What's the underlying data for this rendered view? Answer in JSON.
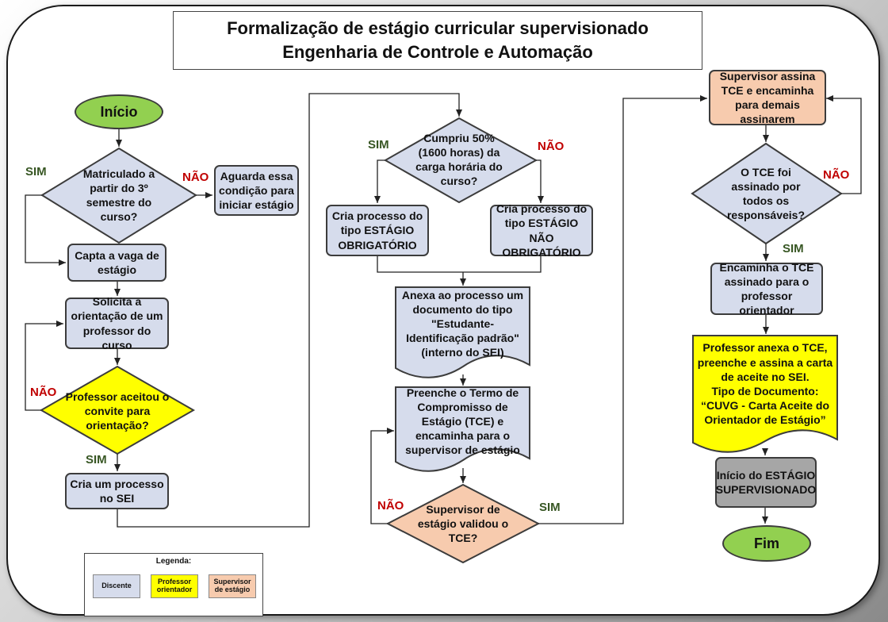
{
  "title": {
    "line1": "Formalização de estágio curricular supervisionado",
    "line2": "Engenharia de Controle e Automação"
  },
  "colors": {
    "discente": "#d6dcec",
    "professor": "#ffff00",
    "supervisor": "#f7cbae",
    "terminal": "#92d050",
    "final_step": "#a6a6a6",
    "sim_label": "#375623",
    "nao_label": "#c00000"
  },
  "nodes": {
    "inicio": "Início",
    "matriculado": "Matriculado a partir do 3º semestre do curso?",
    "aguarda": "Aguarda essa condição para iniciar estágio",
    "capta": "Capta a vaga de estágio",
    "solicita": "Solicita a orientação de um professor do curso",
    "professor_aceitou": "Professor aceitou o convite para orientação?",
    "cria_sei": "Cria um processo no SEI",
    "cumpriu": "Cumpriu 50% (1600 horas) da carga horária do curso?",
    "cria_obrig": "Cria processo do tipo ESTÁGIO OBRIGATÓRIO",
    "cria_nao_obrig": "Cria processo do tipo ESTÁGIO NÃO OBRIGATÓRIO",
    "anexa": "Anexa ao processo um documento do tipo \"Estudante- Identificação padrão\" (interno do SEI)",
    "preenche": "Preenche o Termo de Compromisso de Estágio (TCE) e encaminha para o supervisor de estágio",
    "supervisor_validou": "Supervisor de estágio validou o TCE?",
    "supervisor_assina": "Supervisor assina TCE e encaminha para demais assinarem",
    "tce_assinado": "O TCE foi assinado por todos os responsáveis?",
    "encaminha": "Encaminha o TCE assinado para o professor orientador",
    "professor_anexa": {
      "l1": "Professor anexa o TCE, preenche e assina a carta de aceite no SEI.",
      "l2": "Tipo de  Documento:",
      "l3": "“CUVG - Carta Aceite do Orientador de Estágio”"
    },
    "inicio_estagio": "Início do ESTÁGIO SUPERVISIONADO",
    "fim": "Fim"
  },
  "labels": {
    "sim": "SIM",
    "nao": "NÃO"
  },
  "legend": {
    "title": "Legenda:",
    "discente": "Discente",
    "professor": "Professor orientador",
    "supervisor": "Supervisor de estágio"
  }
}
